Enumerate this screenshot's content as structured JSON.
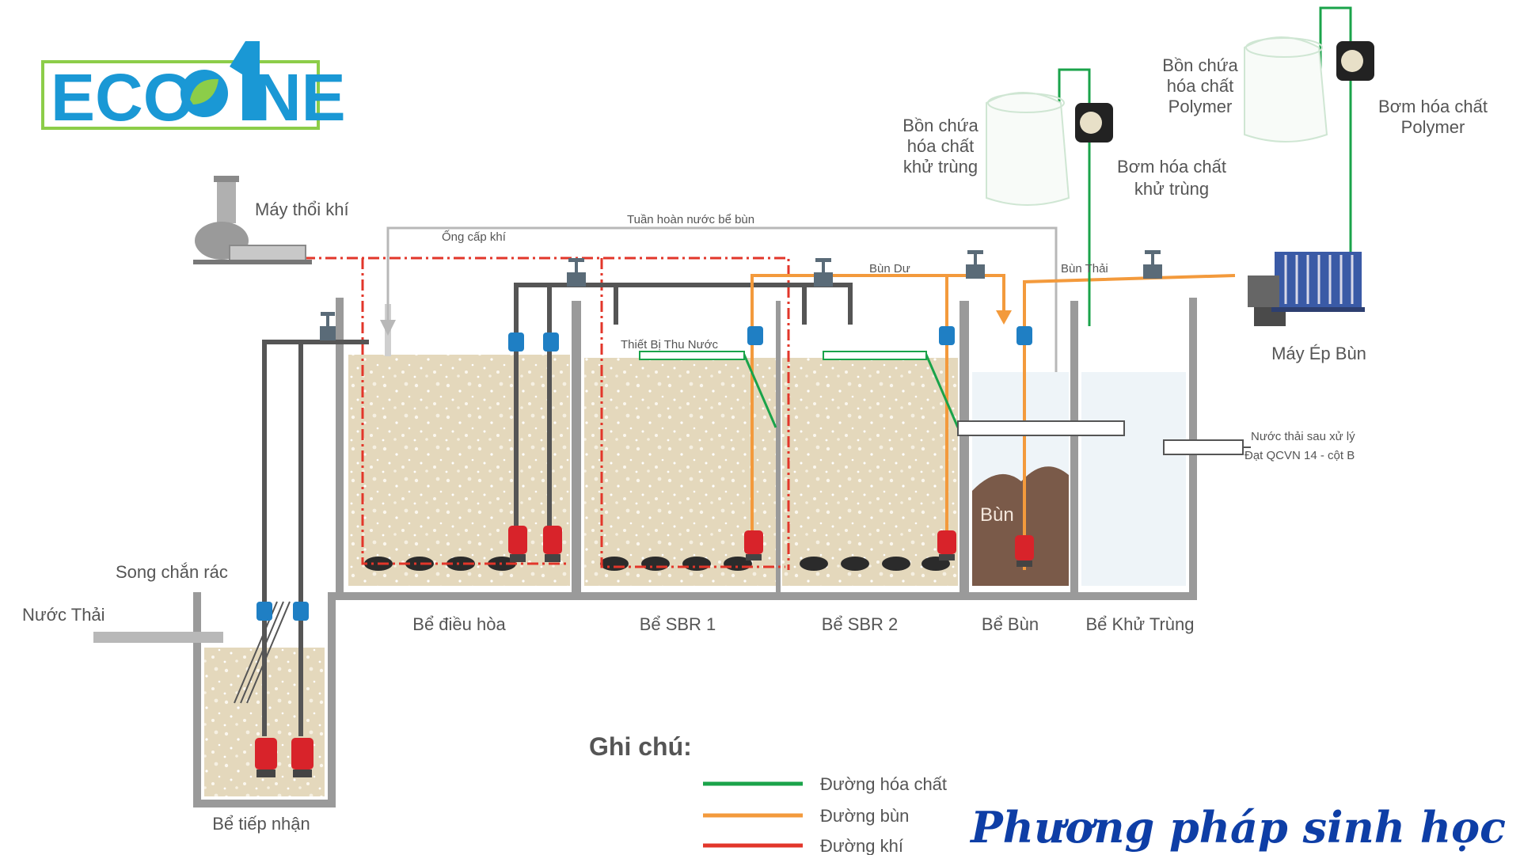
{
  "logo": {
    "text": "ECO",
    "text2": "NE"
  },
  "title": "Phương pháp sinh học",
  "equipment": {
    "blower": "Máy thổi khí",
    "disinfect_tank": [
      "Bồn chứa",
      "hóa chất",
      "khử trùng"
    ],
    "disinfect_pump": [
      "Bơm hóa chất",
      "khử trùng"
    ],
    "polymer_tank": [
      "Bồn chứa",
      "hóa chất",
      "Polymer"
    ],
    "polymer_pump": [
      "Bơm hóa chất",
      "Polymer"
    ],
    "filter_press": "Máy Ép Bùn",
    "screen": "Song chắn rác",
    "inlet": "Nước Thải"
  },
  "pipes": {
    "recirculation": "Tuần hoàn nước bể bùn",
    "air_supply": "Ống cấp khí",
    "decanter": "Thiết Bị Thu Nước",
    "excess_sludge": "Bùn Dư",
    "waste_sludge": "Bùn Thải",
    "effluent": [
      "Nước thải sau xử lý",
      "Đạt QCVN 14 - cột B"
    ]
  },
  "tanks": [
    {
      "name": "Bể tiếp nhận"
    },
    {
      "name": "Bể điều hòa"
    },
    {
      "name": "Bể SBR 1"
    },
    {
      "name": "Bể SBR 2"
    },
    {
      "name": "Bể Bùn"
    },
    {
      "name": "Bể Khử Trùng"
    }
  ],
  "sludge_label": "Bùn",
  "legend": {
    "title": "Ghi chú:",
    "items": [
      {
        "label": "Đường hóa chất",
        "color": "#1aa34a"
      },
      {
        "label": "Đường bùn",
        "color": "#f39a3c"
      },
      {
        "label": "Đường khí",
        "color": "#e2362a"
      }
    ]
  },
  "colors": {
    "chem": "#1aa34a",
    "sludge": "#f39a3c",
    "air": "#e2362a",
    "pipe": "#555555",
    "valve": "#1f7fc4",
    "logo": "#1a98d5",
    "title": "#0e3ea6"
  }
}
